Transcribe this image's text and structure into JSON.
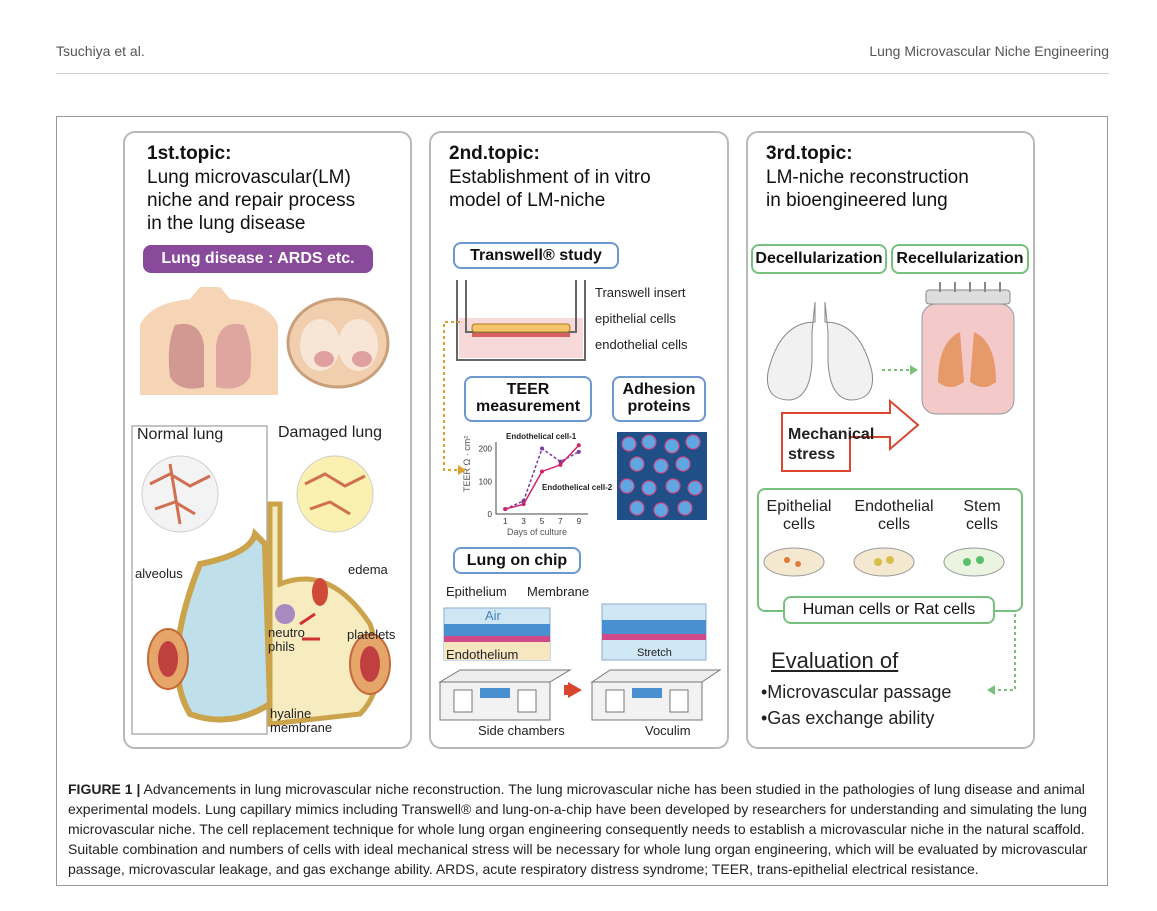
{
  "header": {
    "authors": "Tsuchiya et al.",
    "running_title": "Lung Microvascular Niche Engineering"
  },
  "panel1": {
    "title": "1st.topic:",
    "subtitle": "Lung microvascular(LM)\nniche and repair process\nin the lung disease",
    "disease_pill": "Lung disease : ARDS etc.",
    "normal_lung": "Normal lung",
    "damaged_lung": "Damaged lung",
    "alveolus": "alveolus",
    "edema": "edema",
    "neutrophils": "neutro\nphils",
    "platelets": "platelets",
    "hyaline": "hyaline\nmembrane"
  },
  "panel2": {
    "title": "2nd.topic:",
    "subtitle": "Establishment of in vitro\nmodel of LM-niche",
    "transwell_box": "Transwell® study",
    "transwell_insert": "Transwell insert",
    "epithelial_cells": "epithelial cells",
    "endothelial_cells": "endothelial cells",
    "teer_box": "TEER\nmeasurement",
    "adhesion_box": "Adhesion\nproteins",
    "chart_ylabel": "TEER Ω · cm²",
    "chart_xlabel": "Days of culture",
    "lung_chip_box": "Lung on chip",
    "epithelium": "Epithelium",
    "membrane": "Membrane",
    "air": "Air",
    "endothelium": "Endothelium",
    "stretch": "Stretch",
    "side_chambers": "Side chambers",
    "voculim": "Voculim"
  },
  "panel3": {
    "title": "3rd.topic:",
    "subtitle": "LM-niche reconstruction\nin bioengineered lung",
    "decell": "Decellularization",
    "recell": "Recellularization",
    "mech_stress": "Mechanical\nstress",
    "epithelial": "Epithelial\ncells",
    "endothelial": "Endothelial\ncells",
    "stem": "Stem\ncells",
    "human_rat": "Human cells or Rat cells",
    "evaluation": "Evaluation of",
    "eval_item1": "•Microvascular passage",
    "eval_item2": "•Gas exchange ability"
  },
  "chart_data": {
    "type": "line",
    "title": "",
    "xlabel": "Days of culture",
    "ylabel": "TEER Ω · cm²",
    "x": [
      1,
      3,
      5,
      7,
      9
    ],
    "ylim": [
      0,
      220
    ],
    "yticks": [
      0,
      100,
      200
    ],
    "series": [
      {
        "name": "Endothelical cell-1",
        "values": [
          15,
          40,
          200,
          160,
          190
        ]
      },
      {
        "name": "Endothelical cell-2",
        "values": [
          15,
          30,
          130,
          150,
          210
        ]
      }
    ]
  },
  "caption": {
    "label": "FIGURE 1 |",
    "text": "Advancements in lung microvascular niche reconstruction. The lung microvascular niche has been studied in the pathologies of lung disease and animal experimental models. Lung capillary mimics including Transwell® and lung-on-a-chip have been developed by researchers for understanding and simulating the lung microvascular niche. The cell replacement technique for whole lung organ engineering consequently needs to establish a microvascular niche in the natural scaffold. Suitable combination and numbers of cells with ideal mechanical stress will be necessary for whole lung organ engineering, which will be evaluated by microvascular passage, microvascular leakage, and gas exchange ability. ARDS, acute respiratory distress syndrome; TEER, trans-epithelial electrical resistance."
  },
  "colors": {
    "panel_border": "#b9b9b9",
    "blue_box": "#6b98cf",
    "green_box": "#77c17d",
    "pill": "#8a4a9c",
    "mech_arrow": "#d9462f",
    "series1": "#7a3b9c",
    "series2": "#d0246a"
  }
}
